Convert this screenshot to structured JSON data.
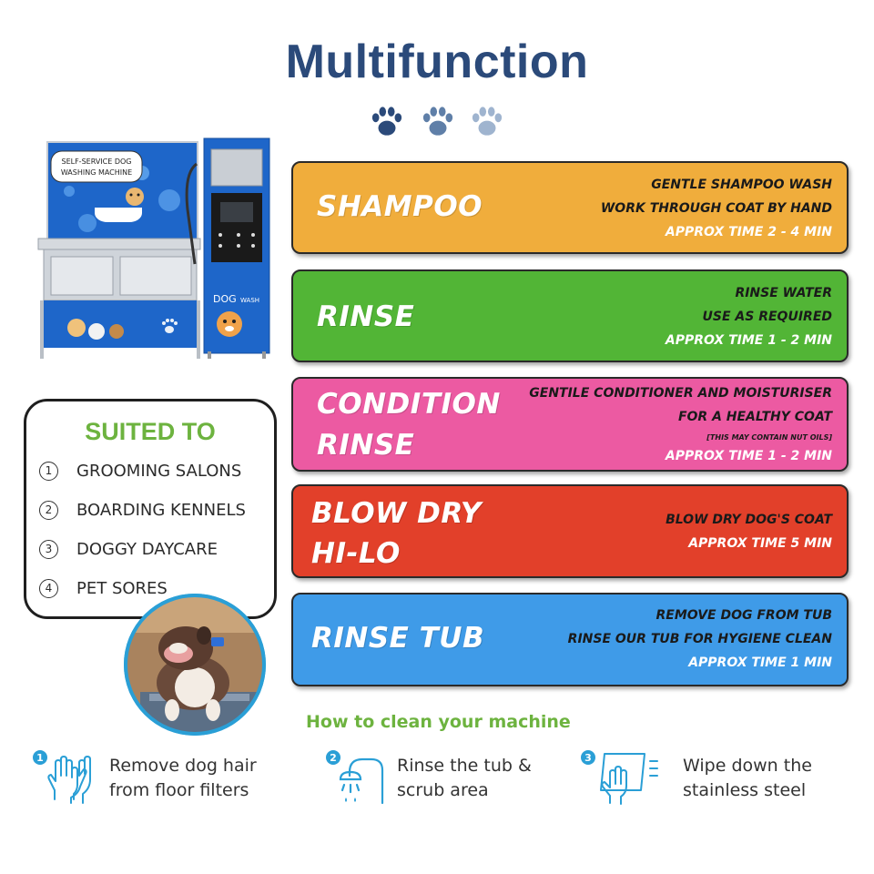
{
  "header": {
    "title": "Multifunction"
  },
  "colors": {
    "title": "#2b4a7a",
    "paws": [
      "#2b4a7a",
      "#5f7fa8",
      "#9fb4cf"
    ],
    "shampoo": "#f0ad3c",
    "rinse": "#52b536",
    "condition": "#ec5aa2",
    "blowdry": "#e2402a",
    "rinsetub": "#3f9be8",
    "accent_green": "#6db33f",
    "icon_blue": "#2a9fd6"
  },
  "machine": {
    "sign_line1": "SELF-SERVICE DOG",
    "sign_line2": "WASHING MACHINE",
    "dog_label": "DOG",
    "wash_label": "WASH"
  },
  "programs": [
    {
      "name": "SHAMPOO",
      "lines": [
        "GENTLE SHAMPOO WASH",
        "WORK THROUGH COAT BY HAND"
      ],
      "time": "APPROX TIME 2 - 4 MIN"
    },
    {
      "name": "RINSE",
      "lines": [
        "RINSE WATER",
        "USE AS REQUIRED"
      ],
      "time": "APPROX TIME 1 - 2 MIN"
    },
    {
      "name_line1": "CONDITION",
      "name_line2": "RINSE",
      "lines": [
        "GENTILE CONDITIONER AND MOISTURISER",
        "FOR A HEALTHY COAT"
      ],
      "note": "[THIS MAY CONTAIN NUT OILS]",
      "time": "APPROX TIME 1 - 2 MIN"
    },
    {
      "name_line1": "BLOW DRY",
      "name_line2": "HI-LO",
      "lines": [
        "BLOW DRY DOG'S COAT"
      ],
      "time": "APPROX TIME 5 MIN"
    },
    {
      "name": "RINSE TUB",
      "lines": [
        "REMOVE DOG FROM TUB",
        "RINSE OUR TUB FOR HYGIENE CLEAN"
      ],
      "time": "APPROX TIME 1 MIN"
    }
  ],
  "suited": {
    "title": "SUITED TO",
    "items": [
      {
        "num": "1",
        "label": "GROOMING SALONS"
      },
      {
        "num": "2",
        "label": "BOARDING KENNELS"
      },
      {
        "num": "3",
        "label": "DOGGY DAYCARE"
      },
      {
        "num": "4",
        "label": "PET SORES"
      }
    ]
  },
  "cleaning": {
    "title": "How to clean your machine",
    "steps": [
      {
        "num": "1",
        "line1": "Remove dog hair",
        "line2": "from floor filters",
        "icon": "gloves-icon"
      },
      {
        "num": "2",
        "line1": "Rinse the tub &",
        "line2": "scrub area",
        "icon": "shower-icon"
      },
      {
        "num": "3",
        "line1": "Wipe down the",
        "line2": "stainless steel",
        "icon": "wipe-icon"
      }
    ]
  }
}
